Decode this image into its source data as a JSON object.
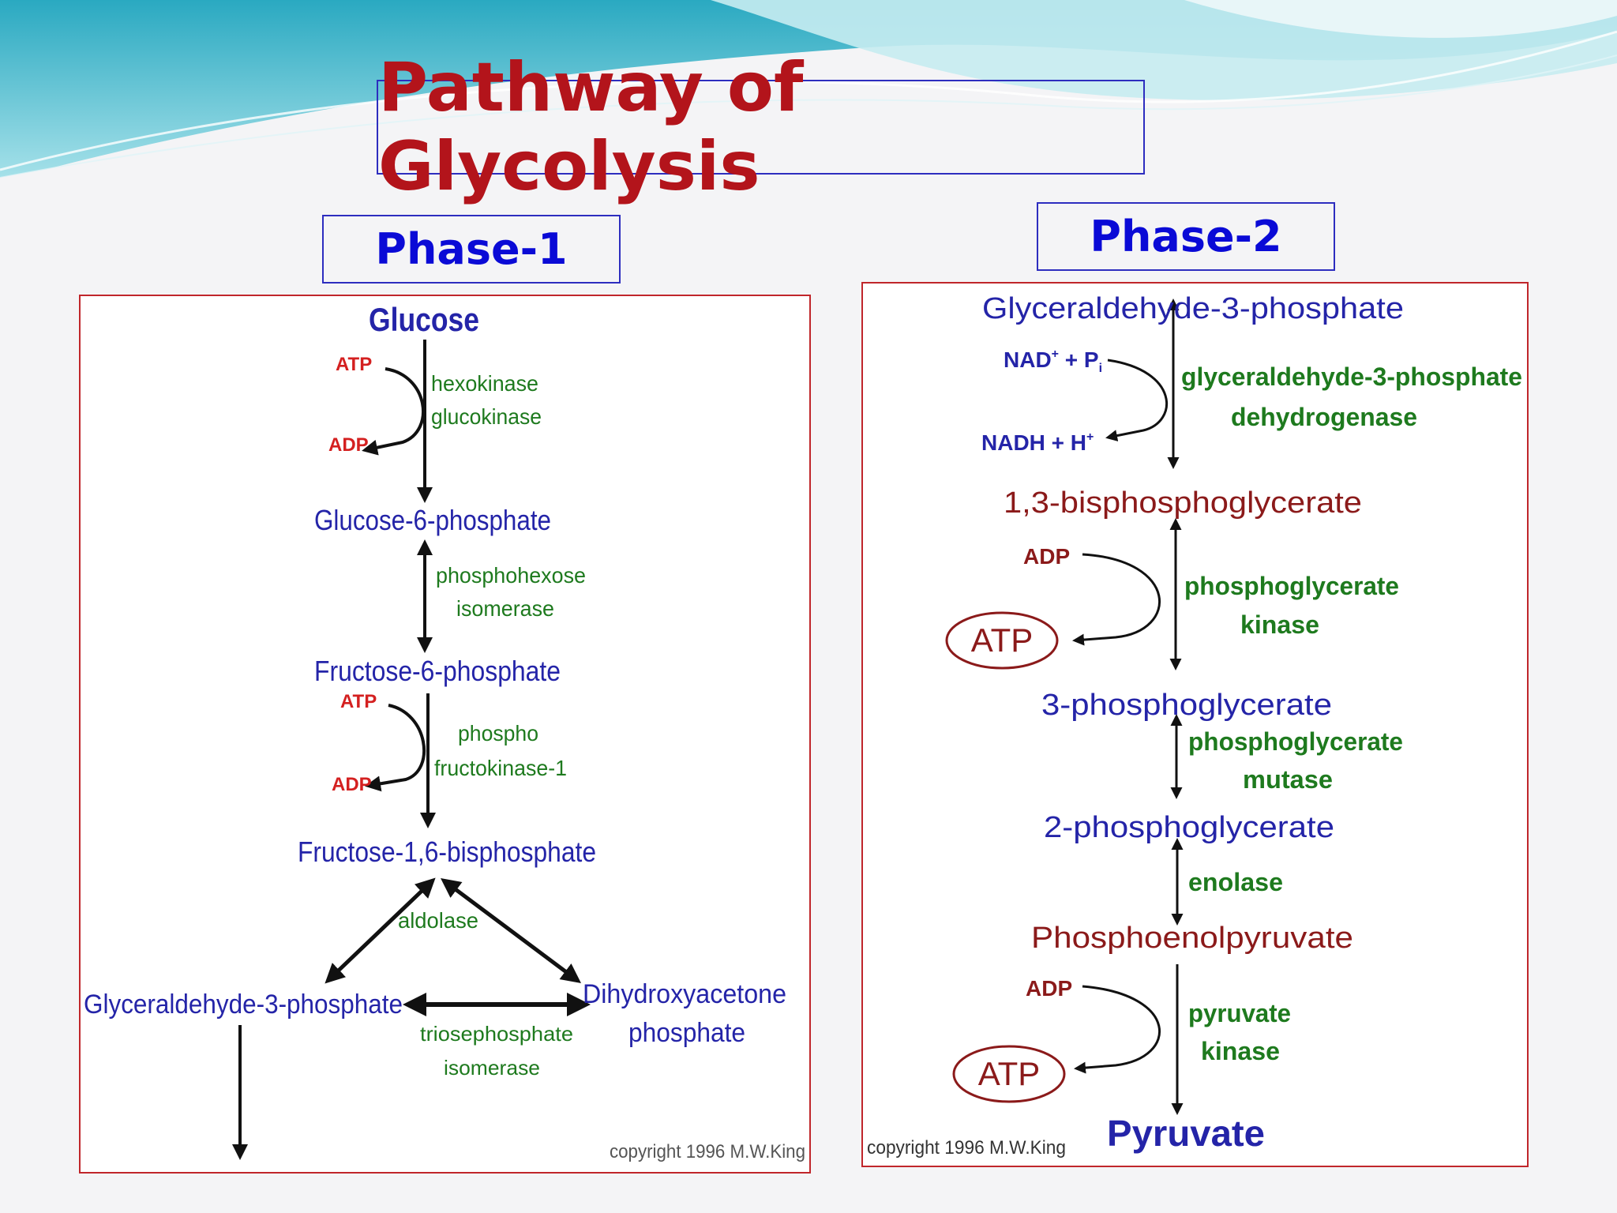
{
  "title": "Pathway of Glycolysis",
  "phase1": {
    "label": "Phase-1",
    "glucose": "Glucose",
    "atp1": "ATP",
    "adp1": "ADP",
    "enzyme1a": "hexokinase",
    "enzyme1b": "glucokinase",
    "g6p": "Glucose-6-phosphate",
    "enzyme2a": "phosphohexose",
    "enzyme2b": "isomerase",
    "f6p": "Fructose-6-phosphate",
    "atp2": "ATP",
    "adp2": "ADP",
    "enzyme3a": "phospho",
    "enzyme3b": "fructokinase-1",
    "f16bp": "Fructose-1,6-bisphosphate",
    "aldolase": "aldolase",
    "g3p": "Glyceraldehyde-3-phosphate",
    "dhap_a": "Dihydroxyacetone",
    "dhap_b": "phosphate",
    "tpi_a": "triosephosphate",
    "tpi_b": "isomerase",
    "copyright": "copyright 1996 M.W.King"
  },
  "phase2": {
    "label": "Phase-2",
    "g3p": "Glyceraldehyde-3-phosphate",
    "nad": "NAD",
    "nad_sup": "+",
    "pi": " + P",
    "pi_sub": "i",
    "nadh": "NADH + H",
    "nadh_sup": "+",
    "enz1a": "glyceraldehyde-3-phosphate",
    "enz1b": "dehydrogenase",
    "bpg": "1,3-bisphosphoglycerate",
    "adp1": "ADP",
    "atp1": "ATP",
    "enz2a": "phosphoglycerate",
    "enz2b": "kinase",
    "pg3": "3-phosphoglycerate",
    "enz3a": "phosphoglycerate",
    "enz3b": "mutase",
    "pg2": "2-phosphoglycerate",
    "enz4": "enolase",
    "pep": "Phosphoenolpyruvate",
    "adp2": "ADP",
    "atp2": "ATP",
    "enz5a": "pyruvate",
    "enz5b": "kinase",
    "pyruvate": "Pyruvate",
    "copyright": "copyright 1996 M.W.King"
  },
  "colors": {
    "title": "#b3141b",
    "phase_label": "#0a0ad6",
    "metabolite_blue": "#2424a8",
    "metabolite_red": "#8b1a1a",
    "enzyme_green": "#1e7a1e",
    "cofactor_red": "#d42020",
    "panel_border": "#c0262b"
  }
}
